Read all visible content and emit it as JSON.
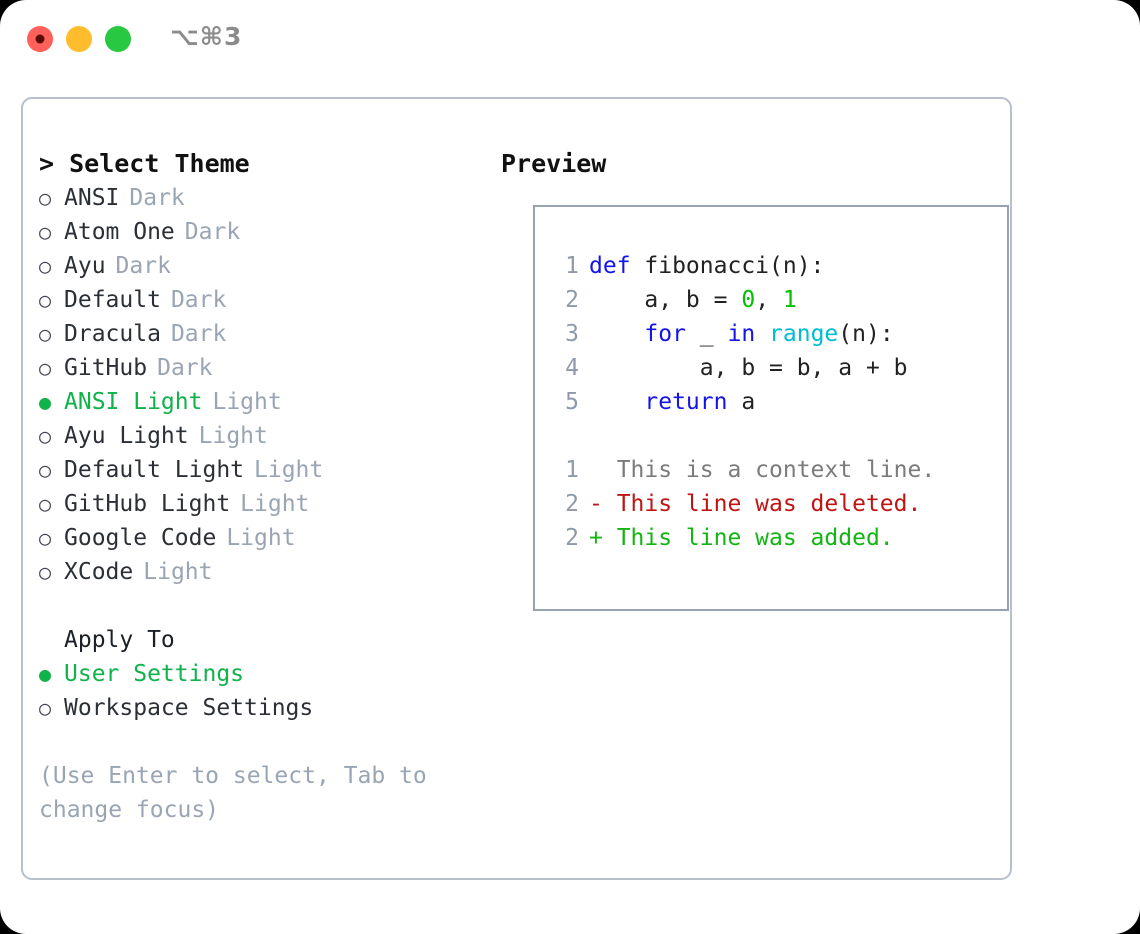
{
  "window": {
    "shortcut_label": "⌥⌘3",
    "traffic_lights": [
      {
        "name": "close",
        "color": "#ff6059"
      },
      {
        "name": "minimize",
        "color": "#ffbd2e"
      },
      {
        "name": "maximize",
        "color": "#28c840"
      }
    ]
  },
  "theme_panel": {
    "heading": "> Select Theme",
    "cursor": ">",
    "selected_theme": "ANSI Light",
    "bullet_on": "●",
    "bullet_off": "○",
    "accent_color": "#10b24a",
    "items": [
      {
        "bullet": "○",
        "label": "ANSI",
        "suffix": "Dark",
        "selected": false
      },
      {
        "bullet": "○",
        "label": "Atom One",
        "suffix": "Dark",
        "selected": false
      },
      {
        "bullet": "○",
        "label": "Ayu",
        "suffix": "Dark",
        "selected": false
      },
      {
        "bullet": "○",
        "label": "Default",
        "suffix": "Dark",
        "selected": false
      },
      {
        "bullet": "○",
        "label": "Dracula",
        "suffix": "Dark",
        "selected": false
      },
      {
        "bullet": "○",
        "label": "GitHub",
        "suffix": "Dark",
        "selected": false
      },
      {
        "bullet": "●",
        "label": "ANSI Light",
        "suffix": "Light",
        "selected": true
      },
      {
        "bullet": "○",
        "label": "Ayu Light",
        "suffix": "Light",
        "selected": false
      },
      {
        "bullet": "○",
        "label": "Default Light",
        "suffix": "Light",
        "selected": false
      },
      {
        "bullet": "○",
        "label": "GitHub Light",
        "suffix": "Light",
        "selected": false
      },
      {
        "bullet": "○",
        "label": "Google Code",
        "suffix": "Light",
        "selected": false
      },
      {
        "bullet": "○",
        "label": "XCode",
        "suffix": "Light",
        "selected": false
      }
    ]
  },
  "apply_to": {
    "heading": "Apply To",
    "selected": "User Settings",
    "items": [
      {
        "bullet": "●",
        "label": "User Settings",
        "selected": true
      },
      {
        "bullet": "○",
        "label": "Workspace Settings",
        "selected": false
      }
    ]
  },
  "hint": "(Use Enter to select, Tab to change focus)",
  "preview": {
    "heading": "Preview",
    "code_lines": [
      {
        "no": "1",
        "tokens": [
          {
            "t": "def",
            "c": "kw"
          },
          {
            "t": " fibonacci(n):",
            "c": "plain"
          }
        ]
      },
      {
        "no": "2",
        "tokens": [
          {
            "t": "    a, b = ",
            "c": "plain"
          },
          {
            "t": "0",
            "c": "num"
          },
          {
            "t": ", ",
            "c": "plain"
          },
          {
            "t": "1",
            "c": "num"
          }
        ]
      },
      {
        "no": "3",
        "tokens": [
          {
            "t": "    ",
            "c": "plain"
          },
          {
            "t": "for",
            "c": "kw"
          },
          {
            "t": " _ ",
            "c": "plain"
          },
          {
            "t": "in",
            "c": "kw"
          },
          {
            "t": " ",
            "c": "plain"
          },
          {
            "t": "range",
            "c": "fn"
          },
          {
            "t": "(n):",
            "c": "plain"
          }
        ]
      },
      {
        "no": "4",
        "tokens": [
          {
            "t": "        a, b = b, a + b",
            "c": "plain"
          }
        ]
      },
      {
        "no": "5",
        "tokens": [
          {
            "t": "    ",
            "c": "plain"
          },
          {
            "t": "return",
            "c": "kw"
          },
          {
            "t": " a",
            "c": "plain"
          }
        ]
      }
    ],
    "diff_lines": [
      {
        "no": "1",
        "marker": " ",
        "text": "  This is a context line.",
        "kind": "ctx"
      },
      {
        "no": "2",
        "marker": "-",
        "text": "- This line was deleted.",
        "kind": "del"
      },
      {
        "no": "2",
        "marker": "+",
        "text": "+ This line was added.",
        "kind": "add"
      }
    ]
  }
}
